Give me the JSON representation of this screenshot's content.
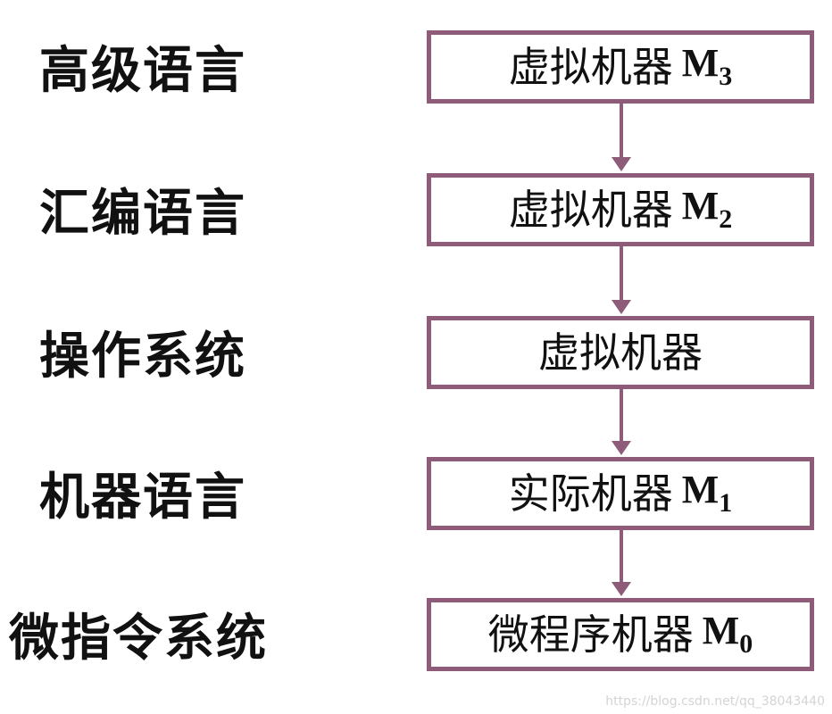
{
  "levels": [
    {
      "language": "高级语言",
      "machine": "虚拟机器",
      "symbol": "M",
      "sub": "3"
    },
    {
      "language": "汇编语言",
      "machine": "虚拟机器",
      "symbol": "M",
      "sub": "2"
    },
    {
      "language": "操作系统",
      "machine": "虚拟机器",
      "symbol": "",
      "sub": ""
    },
    {
      "language": "机器语言",
      "machine": "实际机器",
      "symbol": "M",
      "sub": "1"
    },
    {
      "language": "微指令系统",
      "machine": "微程序机器",
      "symbol": "M",
      "sub": "0"
    }
  ],
  "colors": {
    "box_border": "#8e5c78",
    "arrow": "#8e5c78",
    "text": "#111111"
  },
  "watermark": "https://blog.csdn.net/qq_38043440"
}
